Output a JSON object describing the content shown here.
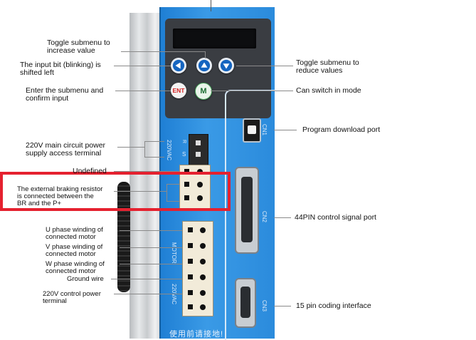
{
  "device": {
    "bottom_text": "使用前请接地!",
    "ports": {
      "cn1": "CN1",
      "cn2": "CN2",
      "cn3": "CN3"
    },
    "terminal_marks": {
      "vac_top": "220VAC",
      "r": "R",
      "s": "S",
      "motor": "MOTOR",
      "vac_bottom": "220VAC"
    },
    "buttons": {
      "ent": "ENT",
      "m": "M"
    },
    "icons": [
      "left-arrow-icon",
      "up-arrow-icon",
      "down-arrow-icon"
    ]
  },
  "labels": {
    "toggle_increase": "Toggle submenu to\nincrease value",
    "input_bit_shift": "The input bit (blinking) is\nshifted left",
    "enter_submenu": "Enter the submenu and\nconfirm input",
    "main_power": "220V main circuit power\nsupply access terminal",
    "undefined": "Undefined",
    "braking_resistor": "The external braking resistor\nis connected between the\nBR and the P+",
    "u_phase": "U phase winding of\nconnected motor",
    "v_phase": "V phase winding of\nconnected motor",
    "w_phase": "W phase winding of\nconnected motor",
    "ground_wire": "Ground wire",
    "control_power": "220V control power\nterminal",
    "toggle_reduce": "Toggle submenu to\nreduce values",
    "switch_mode": "Can switch in mode",
    "program_port": "Program download port",
    "control_signal_port": "44PIN control signal port",
    "coding_interface": "15 pin coding interface"
  },
  "colors": {
    "device_blue": "#2b8bdc",
    "highlight_red": "#e5212f",
    "ent_red": "#d32222",
    "m_green": "#1d6e33"
  }
}
